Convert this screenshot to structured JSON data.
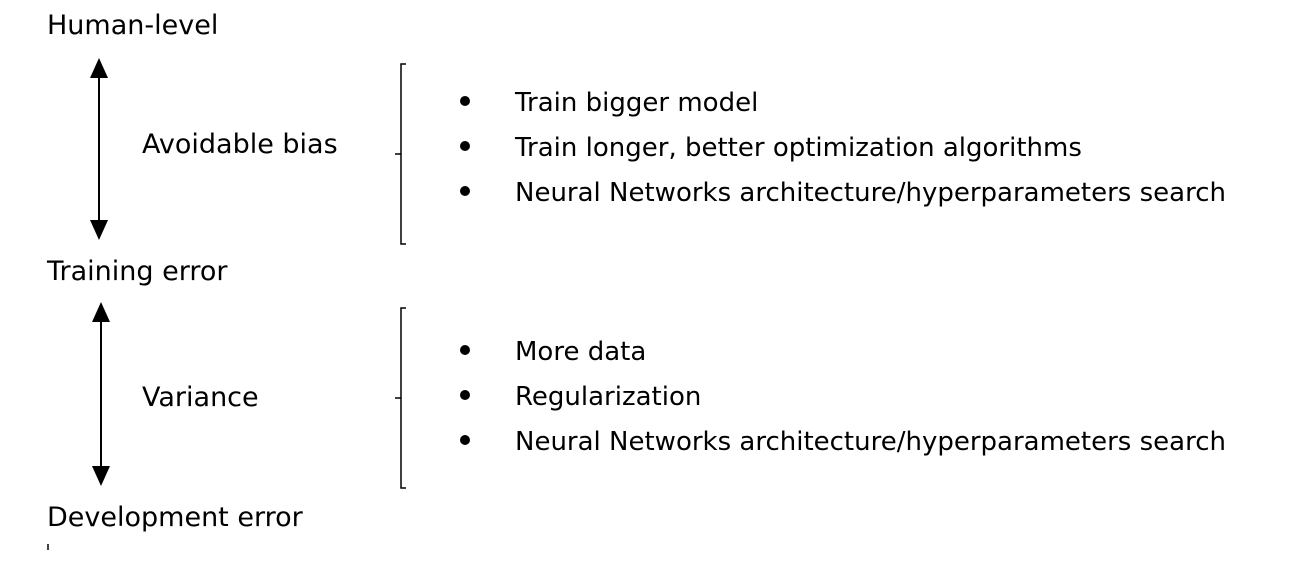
{
  "levels": {
    "human": "Human-level",
    "training": "Training error",
    "development": "Development error"
  },
  "gaps": [
    {
      "label": "Avoidable bias",
      "items": [
        "Train bigger model",
        "Train longer, better optimization algorithms",
        "Neural Networks architecture/hyperparameters search"
      ]
    },
    {
      "label": "Variance",
      "items": [
        "More data",
        "Regularization",
        "Neural Networks architecture/hyperparameters search"
      ]
    }
  ]
}
